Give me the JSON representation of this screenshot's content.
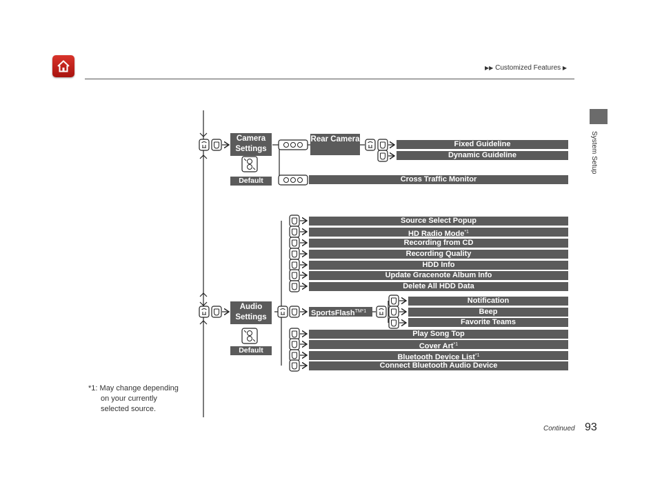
{
  "header": {
    "home_icon": "home-icon",
    "breadcrumb": "Customized Features"
  },
  "side": {
    "section": "System Setup"
  },
  "camera": {
    "settings_label": "Camera Settings",
    "default_label": "Default",
    "rear_camera_label": "Rear Camera",
    "items": [
      "Fixed Guideline",
      "Dynamic Guideline"
    ],
    "cross_traffic": "Cross Traffic Monitor"
  },
  "audio": {
    "settings_label": "Audio Settings",
    "default_label": "Default",
    "items_top": [
      {
        "label": "Source Select Popup",
        "note": ""
      },
      {
        "label": "HD Radio Mode",
        "note": "*1"
      },
      {
        "label": "Recording from CD",
        "note": ""
      },
      {
        "label": "Recording Quality",
        "note": ""
      },
      {
        "label": "HDD Info",
        "note": ""
      },
      {
        "label": "Update Gracenote Album Info",
        "note": ""
      },
      {
        "label": "Delete All HDD Data",
        "note": ""
      }
    ],
    "sportsflash": {
      "label": "SportsFlash",
      "note": "TM*1"
    },
    "sportsflash_items": [
      "Notification",
      "Beep",
      "Favorite Teams"
    ],
    "items_bottom": [
      {
        "label": "Play Song Top",
        "note": ""
      },
      {
        "label": "Cover Art",
        "note": "*1"
      },
      {
        "label": "Bluetooth Device List",
        "note": "*1"
      },
      {
        "label": "Connect Bluetooth Audio Device",
        "note": ""
      }
    ]
  },
  "footnote": {
    "marker": "*1:",
    "line1": "May change depending",
    "line2": "on your currently",
    "line3": "selected source."
  },
  "footer": {
    "continued": "Continued",
    "page": "93"
  },
  "colors": {
    "bar": "#5b5b5b",
    "home": "#c0241c",
    "tab": "#6b6b6b"
  }
}
